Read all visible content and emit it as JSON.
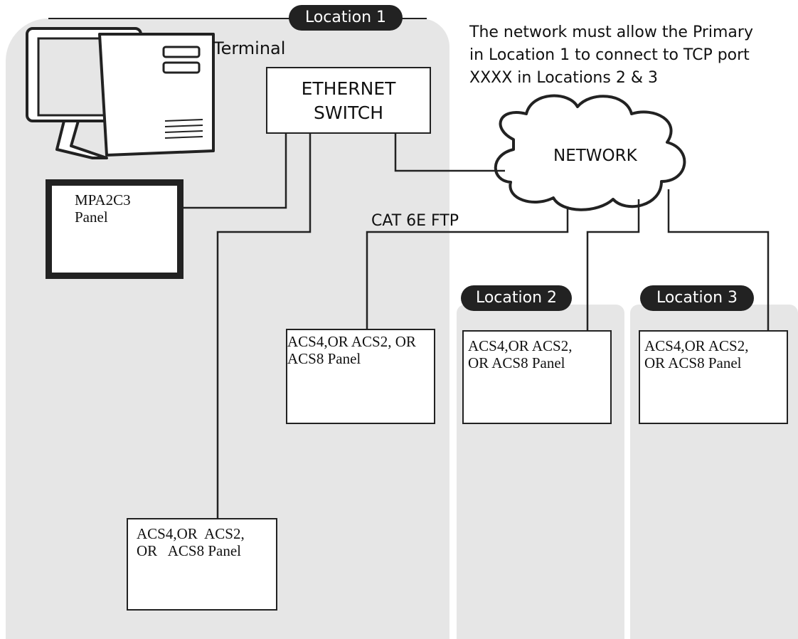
{
  "locations": {
    "loc1": "Location 1",
    "loc2": "Location 2",
    "loc3": "Location 3"
  },
  "note": {
    "line1": "The network must allow the Primary",
    "line2": "in Location 1 to connect to TCP port",
    "line3": "XXXX in Locations 2 & 3"
  },
  "terminal_label": "Terminal",
  "switch": {
    "line1": "ETHERNET",
    "line2": "SWITCH"
  },
  "network_label": "NETWORK",
  "cable_label": "CAT 6E FTP",
  "mpa_panel": {
    "line1": "MPA2C3",
    "line2": "Panel"
  },
  "acs_mid": {
    "line1": "ACS4,OR ACS2, OR",
    "line2": "ACS8 Panel"
  },
  "acs_bottom": {
    "line1": "ACS4,OR  ACS2,",
    "line2": "OR   ACS8 Panel"
  },
  "acs_loc2": {
    "line1": "ACS4,OR ACS2,",
    "line2": "OR ACS8 Panel"
  },
  "acs_loc3": {
    "line1": "ACS4,OR ACS2,",
    "line2": "OR ACS8 Panel"
  },
  "colors": {
    "region": "#e6e6e6",
    "pill": "#222222",
    "line": "#222222"
  }
}
